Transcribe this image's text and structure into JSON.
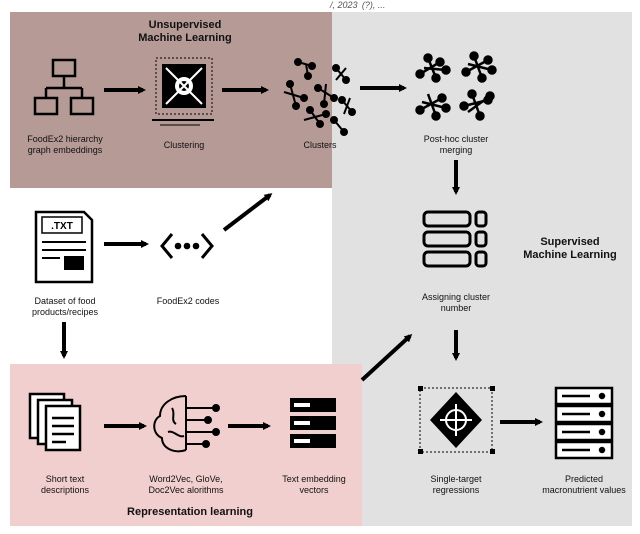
{
  "header": {
    "partial_text": "/, 2023  (?), ..."
  },
  "panels": {
    "unsupervised": {
      "title_line1": "Unsupervised",
      "title_line2": "Machine Learning",
      "color": "#b69a96"
    },
    "supervised": {
      "title_line1": "Supervised",
      "title_line2": "Machine Learning",
      "color": "#e1e1e1"
    },
    "representation": {
      "title": "Representation learning",
      "color": "#f2cfcf"
    }
  },
  "nodes": {
    "hierarchy": {
      "line1": "FoodEx2 hierarchy",
      "line2": "graph embeddings",
      "icon": "hierarchy-icon"
    },
    "clustering": {
      "line1": "Clustering",
      "icon": "clustering-icon"
    },
    "clusters": {
      "line1": "Clusters",
      "icon": "clusters-icon"
    },
    "posthoc": {
      "line1": "Post-hoc cluster",
      "line2": "merging",
      "icon": "merged-clusters-icon"
    },
    "dataset": {
      "line1": "Dataset of food",
      "line2": "products/recipes",
      "icon": "txt-file-icon",
      "icon_text": ".TXT"
    },
    "codes": {
      "line1": "FoodEx2 codes",
      "icon": "code-icon"
    },
    "assign": {
      "line1": "Assigning cluster",
      "line2": "number",
      "icon": "list-icon"
    },
    "short_text": {
      "line1": "Short text",
      "line2": "descriptions",
      "icon": "documents-icon"
    },
    "word2vec": {
      "line1": "Word2Vec, GloVe,",
      "line2": "Doc2Vec alorithms",
      "icon": "brain-icon"
    },
    "embedding": {
      "line1": "Text embedding",
      "line2": "vectors",
      "icon": "server-icon"
    },
    "regressions": {
      "line1": "Single-target",
      "line2": "regressions",
      "icon": "regression-icon"
    },
    "predicted": {
      "line1": "Predicted",
      "line2": "macronutrient values",
      "icon": "database-icon"
    }
  }
}
